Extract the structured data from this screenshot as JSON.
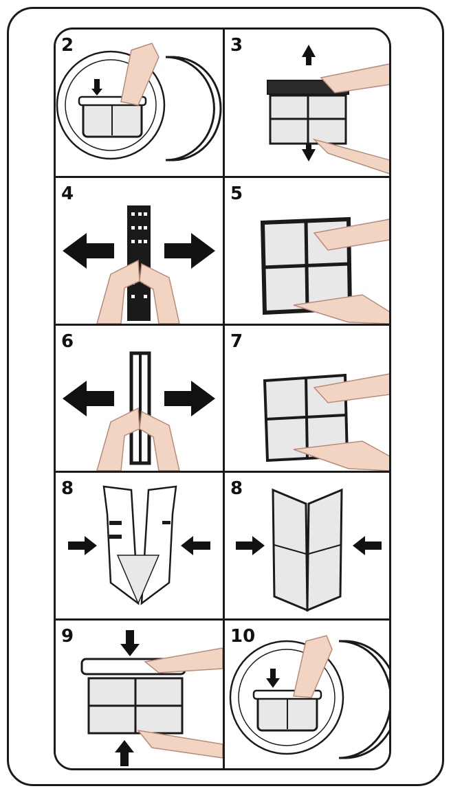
{
  "panels": [
    {
      "step": "2",
      "illustration": "lift-filter-out-of-drum"
    },
    {
      "step": "3",
      "illustration": "pull-filter-apart"
    },
    {
      "step": "4",
      "illustration": "open-outer-filter"
    },
    {
      "step": "5",
      "illustration": "clean-outer-filter"
    },
    {
      "step": "6",
      "illustration": "open-inner-filter"
    },
    {
      "step": "7",
      "illustration": "clean-inner-filter"
    },
    {
      "step": "8",
      "illustration": "close-outer-filter"
    },
    {
      "step": "8",
      "illustration": "close-inner-filter"
    },
    {
      "step": "9",
      "illustration": "reassemble-filter"
    },
    {
      "step": "10",
      "illustration": "insert-filter-into-drum"
    }
  ],
  "colors": {
    "line": "#1a1a1a",
    "skin": "#f2d4c2",
    "skin_edge": "#b9897a",
    "mesh": "#e8e8e8",
    "arrow": "#111111"
  }
}
